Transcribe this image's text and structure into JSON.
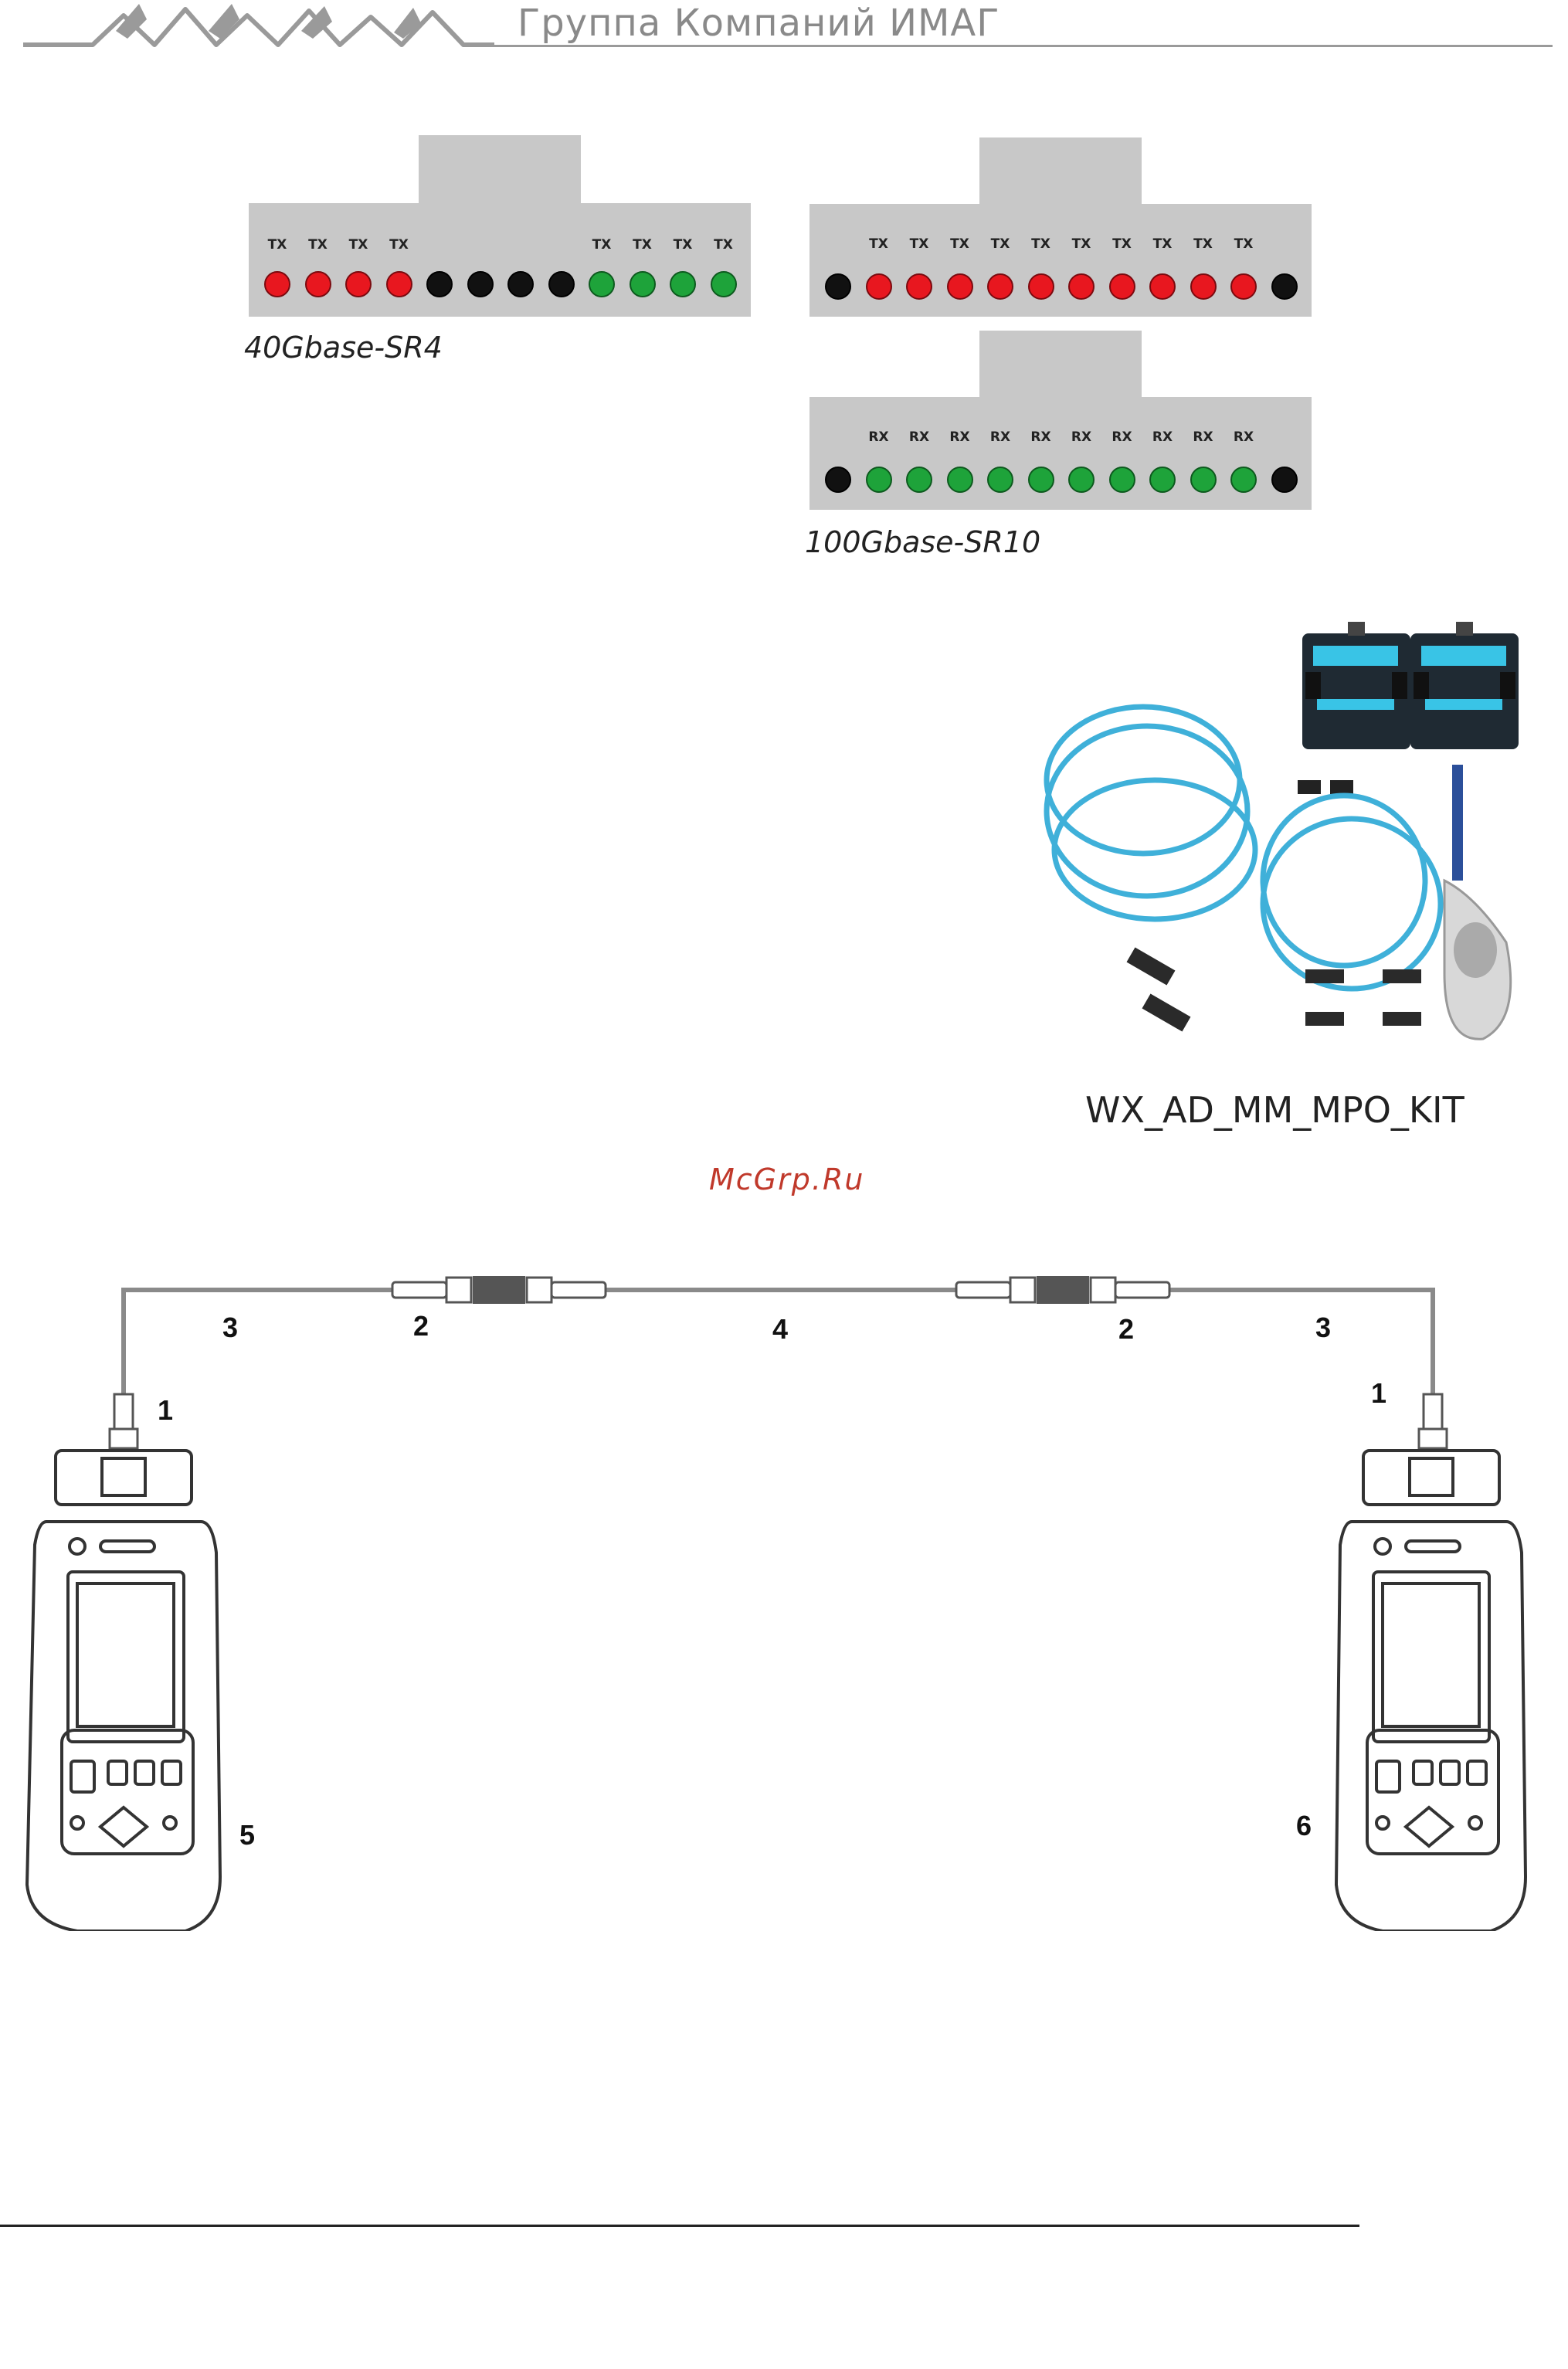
{
  "header": {
    "company": "Группа Компаний ИМАГ"
  },
  "connectors": {
    "sr4": {
      "caption": "40Gbase-SR4",
      "labels": [
        "TX",
        "TX",
        "TX",
        "TX",
        "TX",
        "TX",
        "TX",
        "TX"
      ],
      "dots": [
        "red",
        "red",
        "red",
        "red",
        "black",
        "black",
        "black",
        "black",
        "green",
        "green",
        "green",
        "green"
      ]
    },
    "sr10_tx": {
      "labels": [
        "TX",
        "TX",
        "TX",
        "TX",
        "TX",
        "TX",
        "TX",
        "TX",
        "TX",
        "TX"
      ],
      "dots": [
        "black",
        "red",
        "red",
        "red",
        "red",
        "red",
        "red",
        "red",
        "red",
        "red",
        "red",
        "black"
      ]
    },
    "sr10_rx": {
      "caption": "100Gbase-SR10",
      "labels": [
        "RX",
        "RX",
        "RX",
        "RX",
        "RX",
        "RX",
        "RX",
        "RX",
        "RX",
        "RX"
      ],
      "dots": [
        "black",
        "green",
        "green",
        "green",
        "green",
        "green",
        "green",
        "green",
        "green",
        "green",
        "green",
        "black"
      ]
    }
  },
  "kit": {
    "caption": "WX_AD_MM_MPO_KIT"
  },
  "watermark": "McGrp.Ru",
  "setup_labels": [
    "3",
    "2",
    "4",
    "2",
    "3",
    "1",
    "1",
    "5",
    "6"
  ]
}
